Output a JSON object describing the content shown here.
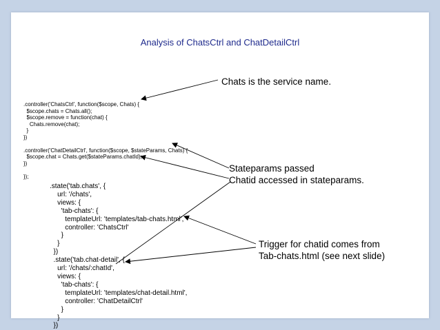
{
  "title": "Analysis of ChatsCtrl and ChatDetailCtrl",
  "code_block_1": ".controller('ChatsCtrl', function($scope, Chats) {\n  $scope.chats = Chats.all();\n  $scope.remove = function(chat) {\n    Chats.remove(chat);\n  }\n})\n\n.controller('ChatDetailCtrl', function($scope, $stateParams, Chats) {\n  $scope.chat = Chats.get($stateParams.chatId);\n})\n\n});",
  "code_block_2": ".state('tab.chats', {\n    url: '/chats',\n    views: {\n      'tab-chats': {\n        templateUrl: 'templates/tab-chats.html',\n        controller: 'ChatsCtrl'\n      }\n    }\n  })\n  .state('tab.chat-detail', {\n    url: '/chats/:chatId',\n    views: {\n      'tab-chats': {\n        templateUrl: 'templates/chat-detail.html',\n        controller: 'ChatDetailCtrl'\n      }\n    }\n  })",
  "notes": {
    "service_name": "Chats is the service name.",
    "stateparams": "Stateparams passed\nChatid accessed in stateparams.",
    "trigger": "Trigger for chatid comes from\nTab-chats.html (see next slide)"
  }
}
